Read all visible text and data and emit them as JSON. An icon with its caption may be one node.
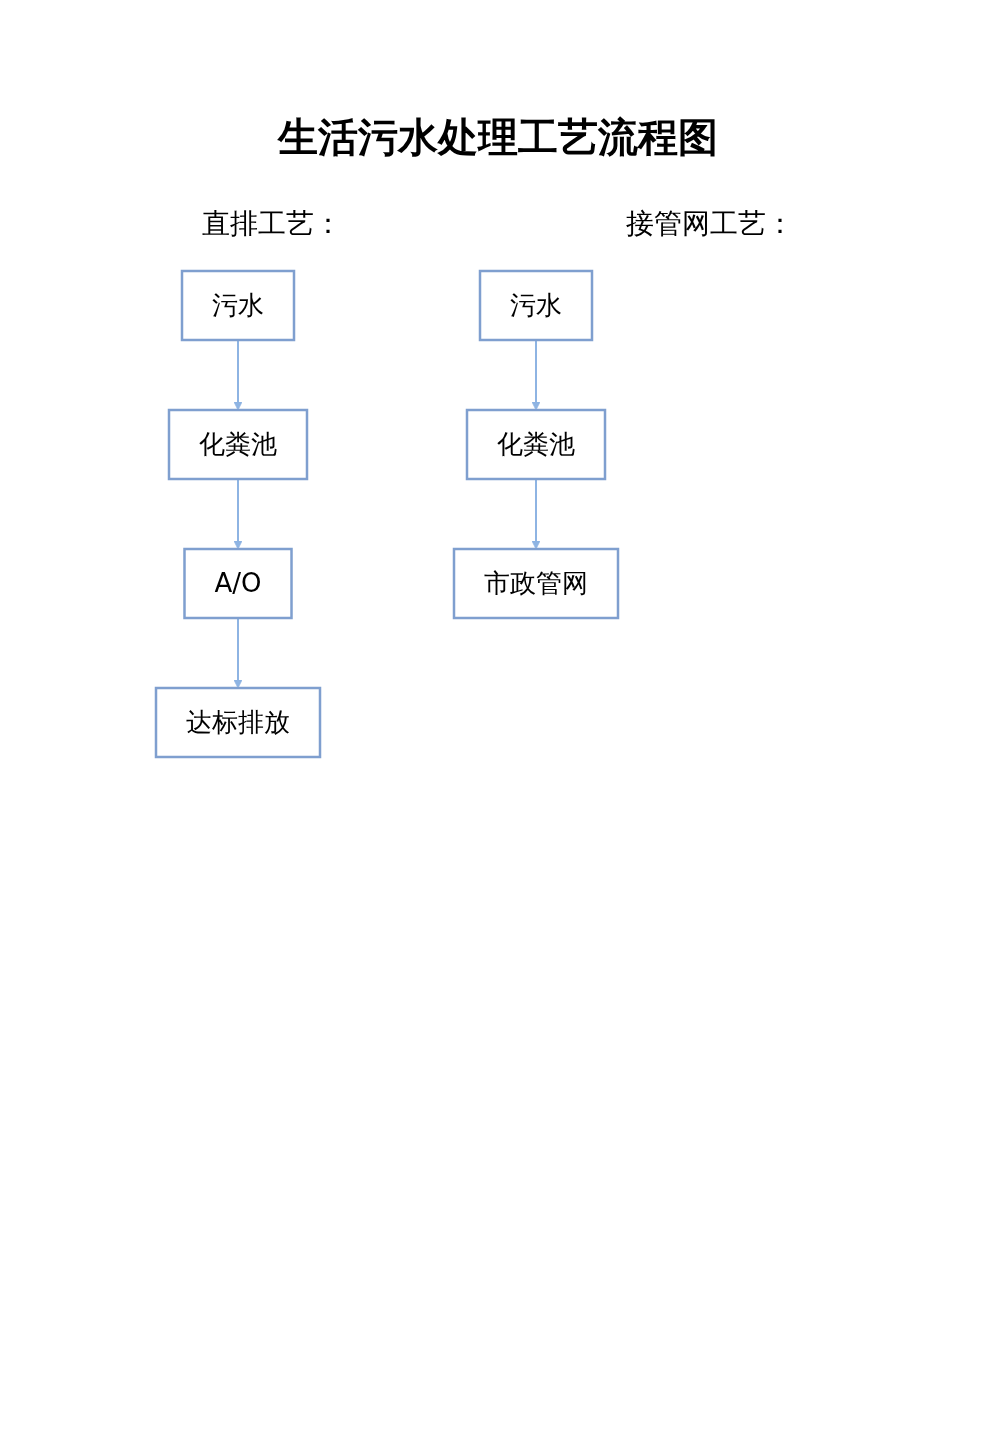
{
  "diagram": {
    "title": "生活污水处理工艺流程图",
    "nodes": [
      {
        "text": [
          "污水"
        ]
      },
      {
        "text": [
          "化粪池"
        ]
      },
      {
        "text": [
          "A/O"
        ]
      },
      {
        "text": [
          "达标排放"
        ]
      },
      {
        "text": [
          "污水"
        ]
      },
      {
        "text": [
          "化粪池"
        ]
      },
      {
        "text": [
          "市政管网"
        ]
      }
    ],
    "edges": [
      {
        "from": 0,
        "to": 1,
        "arrow": "to"
      },
      {
        "from": 1,
        "to": 2,
        "arrow": "to"
      },
      {
        "from": 2,
        "to": 3,
        "arrow": "to"
      },
      {
        "from": 4,
        "to": 5,
        "arrow": "to"
      },
      {
        "from": 5,
        "to": 6,
        "arrow": "to"
      }
    ],
    "labels": [
      "直排工艺：",
      "接管网工艺："
    ]
  }
}
